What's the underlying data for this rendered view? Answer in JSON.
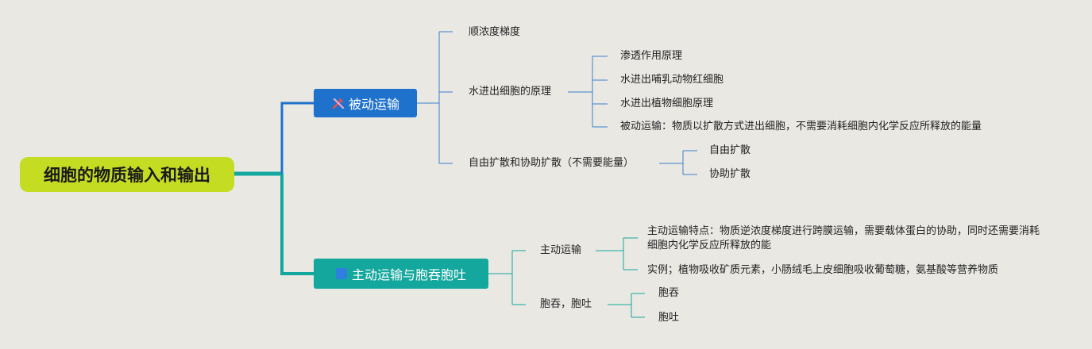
{
  "root": {
    "label": "细胞的物质输入和输出"
  },
  "branch1": {
    "label": "被动运输",
    "icon": "tools-icon",
    "color": "#1f72cc",
    "children": {
      "gradient": "顺浓度梯度",
      "water_principle": {
        "label": "水进出细胞的原理",
        "items": [
          "渗透作用原理",
          "水进出哺乳动物红细胞",
          "水进出植物细胞原理",
          "被动运输：物质以扩散方式进出细胞，不需要消耗细胞内化学反应所释放的能量"
        ]
      },
      "diffusion": {
        "label": "自由扩散和协助扩散（不需要能量）",
        "items": [
          "自由扩散",
          "协助扩散"
        ]
      }
    }
  },
  "branch2": {
    "label": "主动运输与胞吞胞吐",
    "icon": "square-icon",
    "color": "#13a79d",
    "children": {
      "active": {
        "label": "主动运输",
        "items": [
          "主动运输特点：物质逆浓度梯度进行跨膜运输，需要载体蛋白的协助，同时还需要消耗细胞内化学反应所释放的能",
          "实例；植物吸收矿质元素，小肠绒毛上皮细胞吸收葡萄糖，氨基酸等营养物质"
        ]
      },
      "endo_exo": {
        "label": "胞吞，胞吐",
        "items": [
          "胞吞",
          "胞吐"
        ]
      }
    }
  },
  "colors": {
    "root": "#c4dc22",
    "background": "#e9e8e3"
  }
}
